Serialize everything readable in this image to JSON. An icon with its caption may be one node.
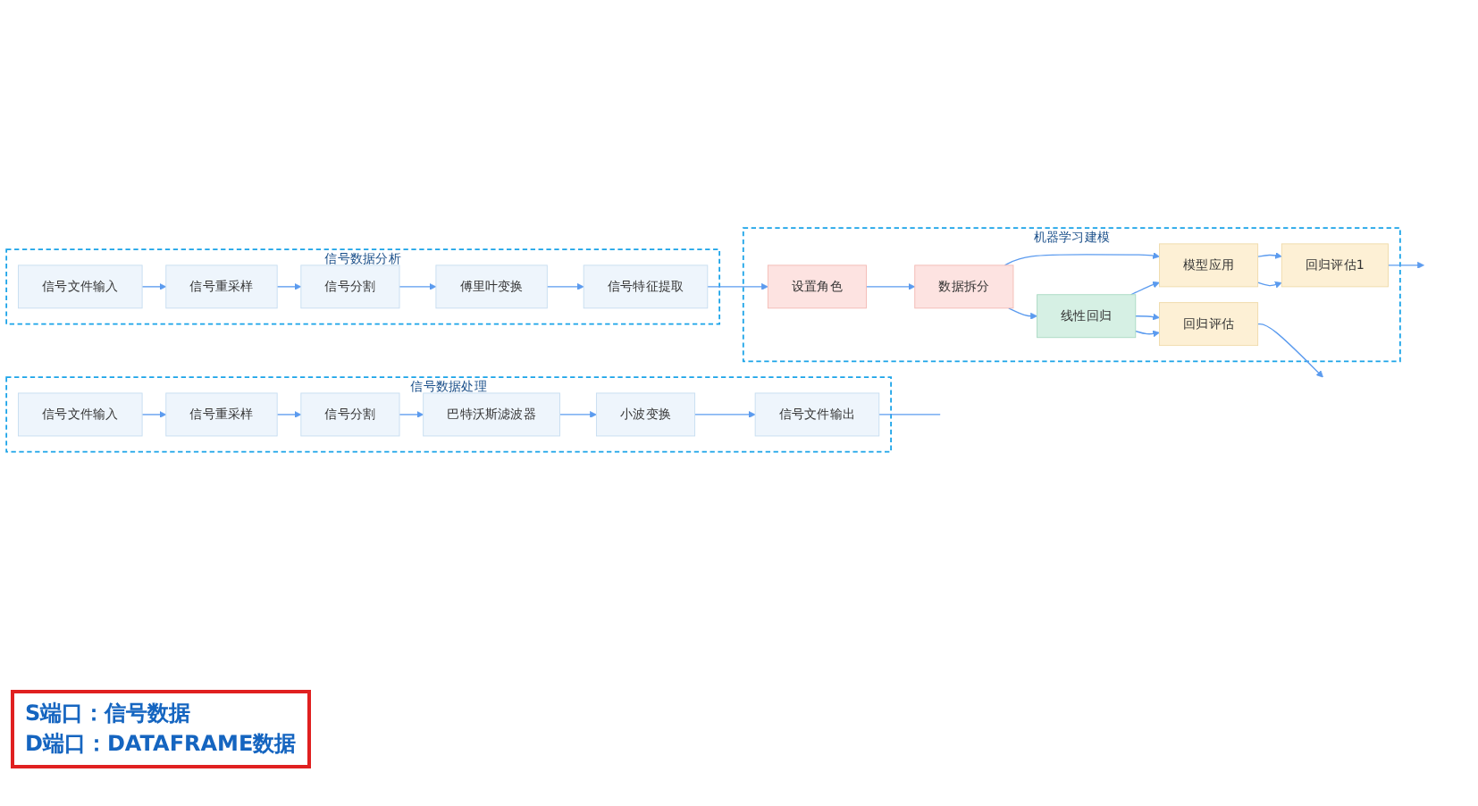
{
  "diagram": {
    "nodes": [
      {
        "text": [
          "信号数据分析"
        ]
      },
      {
        "text": [
          "信号文件输入"
        ],
        "in": 0
      },
      {
        "text": [
          "信号重采样"
        ],
        "in": 0
      },
      {
        "text": [
          "信号分割"
        ],
        "in": 0
      },
      {
        "text": [
          "傅里叶变换"
        ],
        "in": 0
      },
      {
        "text": [
          "信号特征提取"
        ],
        "in": 0
      },
      {
        "text": [
          "机器学习建模"
        ]
      },
      {
        "text": [
          "设置角色"
        ],
        "in": 6
      },
      {
        "text": [
          "数据拆分"
        ],
        "in": 6
      },
      {
        "text": [
          "线性回归"
        ],
        "in": 6
      },
      {
        "text": [
          "回归评估"
        ],
        "in": 6
      },
      {
        "text": [
          "模型应用"
        ],
        "in": 6
      },
      {
        "text": [
          "回归评估1"
        ],
        "in": 6
      },
      {
        "text": [
          "信号数据处理"
        ]
      },
      {
        "text": [
          "信号文件输入"
        ],
        "in": 13
      },
      {
        "text": [
          "信号重采样"
        ],
        "in": 13
      },
      {
        "text": [
          "信号分割"
        ],
        "in": 13
      },
      {
        "text": [
          "巴特沃斯滤波器"
        ],
        "in": 13
      },
      {
        "text": [
          "小波变换"
        ],
        "in": 13
      },
      {
        "text": [
          "信号文件输出"
        ],
        "in": 13
      }
    ],
    "edges": [
      {
        "from": 1,
        "to": 2,
        "arrow": "to"
      },
      {
        "from": 2,
        "to": 3,
        "arrow": "to"
      },
      {
        "from": 3,
        "to": 4,
        "arrow": "to"
      },
      {
        "from": 4,
        "to": 5,
        "arrow": "to"
      },
      {
        "from": 5,
        "to": 7,
        "arrow": "to"
      },
      {
        "from": 7,
        "to": 8,
        "arrow": "to"
      },
      {
        "from": 8,
        "to": 9,
        "arrow": "to"
      },
      {
        "from": 8,
        "to": 11,
        "arrow": "to"
      },
      {
        "from": 9,
        "to": 10,
        "arrow": "to"
      },
      {
        "from": 9,
        "to": 10,
        "arrow": "to"
      },
      {
        "from": 9,
        "to": 11,
        "arrow": "to"
      },
      {
        "from": 11,
        "to": 12,
        "arrow": "to"
      },
      {
        "from": 11,
        "to": 12,
        "arrow": "to"
      },
      {
        "from": 10,
        "to": null,
        "arrow": "to"
      },
      {
        "from": 12,
        "to": null,
        "arrow": "to"
      },
      {
        "from": 14,
        "to": 15,
        "arrow": "to"
      },
      {
        "from": 15,
        "to": 16,
        "arrow": "to"
      },
      {
        "from": 16,
        "to": 17,
        "arrow": "to"
      },
      {
        "from": 17,
        "to": 18,
        "arrow": "to"
      },
      {
        "from": 18,
        "to": 19,
        "arrow": "to"
      },
      {
        "from": 19,
        "to": null,
        "arrow": "none"
      }
    ],
    "labels": [
      "S端口：信号数据",
      "D端口：DATAFRAME数据"
    ]
  }
}
